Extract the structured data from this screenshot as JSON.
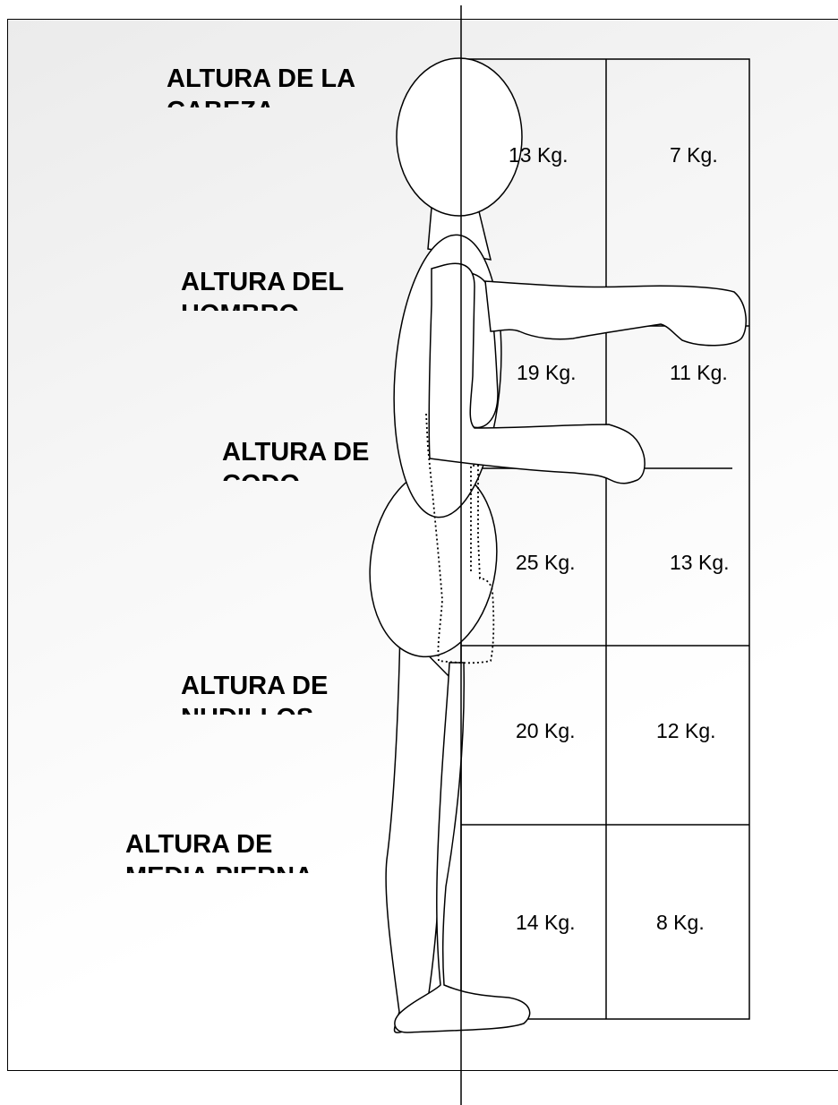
{
  "regions": [
    {
      "label": "ALTURA DE LA CABEZA",
      "capacity_col1": "13 Kg.",
      "capacity_col2": "7 Kg."
    },
    {
      "label": "ALTURA DEL HOMBRO",
      "capacity_col1": "19 Kg.",
      "capacity_col2": "11 Kg."
    },
    {
      "label": "ALTURA DE CODO",
      "capacity_col1": "25 Kg.",
      "capacity_col2": "13 Kg."
    },
    {
      "label": "ALTURA DE NUDILLOS",
      "capacity_col1": "20 Kg.",
      "capacity_col2": "12 Kg."
    },
    {
      "label": "ALTURA DE MEDIA PIERNA",
      "capacity_col1": "14 Kg.",
      "capacity_col2": "8 Kg."
    }
  ],
  "colors": {
    "line": "#000000",
    "background_gradient_start": "#ebebeb",
    "figure_fill": "#ffffff"
  }
}
